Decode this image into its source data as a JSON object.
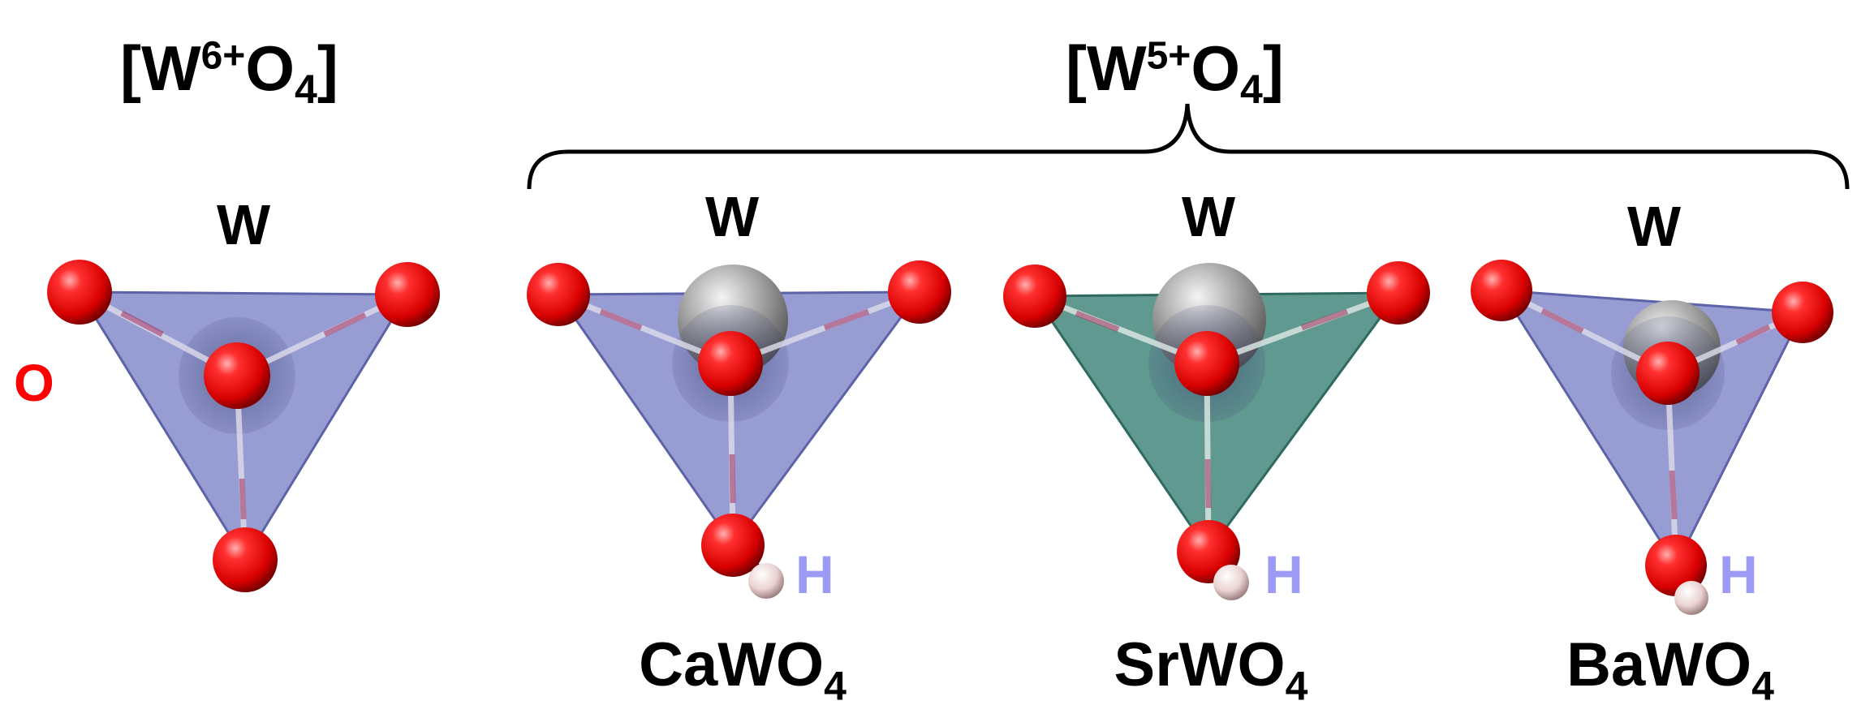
{
  "titles": {
    "left": {
      "open": "[W",
      "charge": "6+",
      "o": "O",
      "sub": "4",
      "close": "]"
    },
    "right": {
      "open": "[W",
      "charge": "5+",
      "o": "O",
      "sub": "4",
      "close": "]"
    }
  },
  "atoms": {
    "w": "W",
    "o": "O",
    "h": "H"
  },
  "compounds": [
    {
      "name": "Ca",
      "mid": "WO",
      "sub": "4"
    },
    {
      "name": "Sr",
      "mid": "WO",
      "sub": "4"
    },
    {
      "name": "Ba",
      "mid": "WO",
      "sub": "4"
    }
  ],
  "colors": {
    "oxygen": "#ee1111",
    "tungsten": "#9a9a9a",
    "hydrogen": "#f0dcdc",
    "polyhedron_blue": "#7078c0",
    "polyhedron_teal": "#3d8278",
    "h_label": "#9b9bf5",
    "o_label": "#ff0000"
  }
}
